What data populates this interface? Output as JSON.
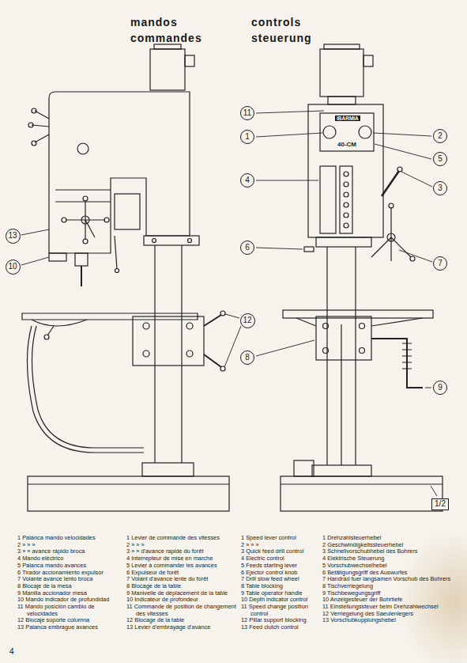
{
  "diagram": {
    "nodes": [
      {
        "text": [
          "11"
        ]
      },
      {
        "text": [
          "1"
        ]
      },
      {
        "text": [
          "2"
        ]
      },
      {
        "text": [
          "5"
        ]
      },
      {
        "text": [
          "4"
        ]
      },
      {
        "text": [
          "3"
        ]
      },
      {
        "text": [
          "13"
        ]
      },
      {
        "text": [
          "6"
        ]
      },
      {
        "text": [
          "10"
        ]
      },
      {
        "text": [
          "7"
        ]
      },
      {
        "text": [
          "12"
        ]
      },
      {
        "text": [
          "8"
        ]
      },
      {
        "text": [
          "9"
        ]
      },
      {
        "text": [
          "1/2"
        ]
      }
    ],
    "labels": [
      "mandos",
      "controls",
      "commandes",
      "steuerung",
      "IBARMIA",
      "40-CM",
      "1 Palanca mando velocidades",
      "2 » » »",
      "3 » » avance rápido broca",
      "4 Mando eléctrico",
      "5 Palanca mando avances",
      "6 Tirador accionamiento expulsor",
      "7 Volante avance lento broca",
      "8 Blocaje de la mesa",
      "9 Manilla accionador mesa",
      "10 Mando indicador de profundidad",
      "11 Mando posición cambio de velocidades",
      "12 Blocaje soporte columna",
      "13 Palanca embrague avances",
      "1 Levier de commande des vitesses",
      "2 » » »",
      "3 » » d'avance rapide du forêt",
      "4 Interrepteur de mise en marche",
      "5 Levier à commander les avances",
      "6 Expulseur de forêt",
      "7 Volant d'avance lente du forêt",
      "8 Blocage de la table",
      "9 Manivelle de déplacement de la table",
      "10 Indicateur de profondeur",
      "11 Commande de position de changement des vitesses",
      "12 Blocage de la table",
      "13 Levier d'embrayage d'avance",
      "1 Speed lever control",
      "2 » » »",
      "3 Quick feed drill control",
      "4 Electric control",
      "5 Feeds starting lever",
      "6 Ejector control knob",
      "7 Drill slow feed wheel",
      "8 Table blocking",
      "9 Table operator handle",
      "10 Depth indicator control",
      "11 Speed change position control",
      "12 Pillar support blocking",
      "13 Feed clutch control",
      "1 Drehzahlsteuerhebel",
      "2 Geschwindigkeitssteuerhebel",
      "3 Schnellvorschubhebel des Bohrers",
      "4 Elektrische Steuerung",
      "5 Vorschubwechselhebel",
      "6 Betätigungsgriff des Auswurfes",
      "7 Handrad fuer langsamen Vorschub des Bohrers",
      "8 Tischverriegelung",
      "9 Tischbewegungsgriff",
      "10 Anzeigesteuer der Bohrtiefe",
      "11 Einstellungssteuer beim Drehzahlwechsel",
      "12 Verriegelung des Saeulenlegers",
      "13 Vorschubkupplungshebel",
      "4"
    ]
  }
}
